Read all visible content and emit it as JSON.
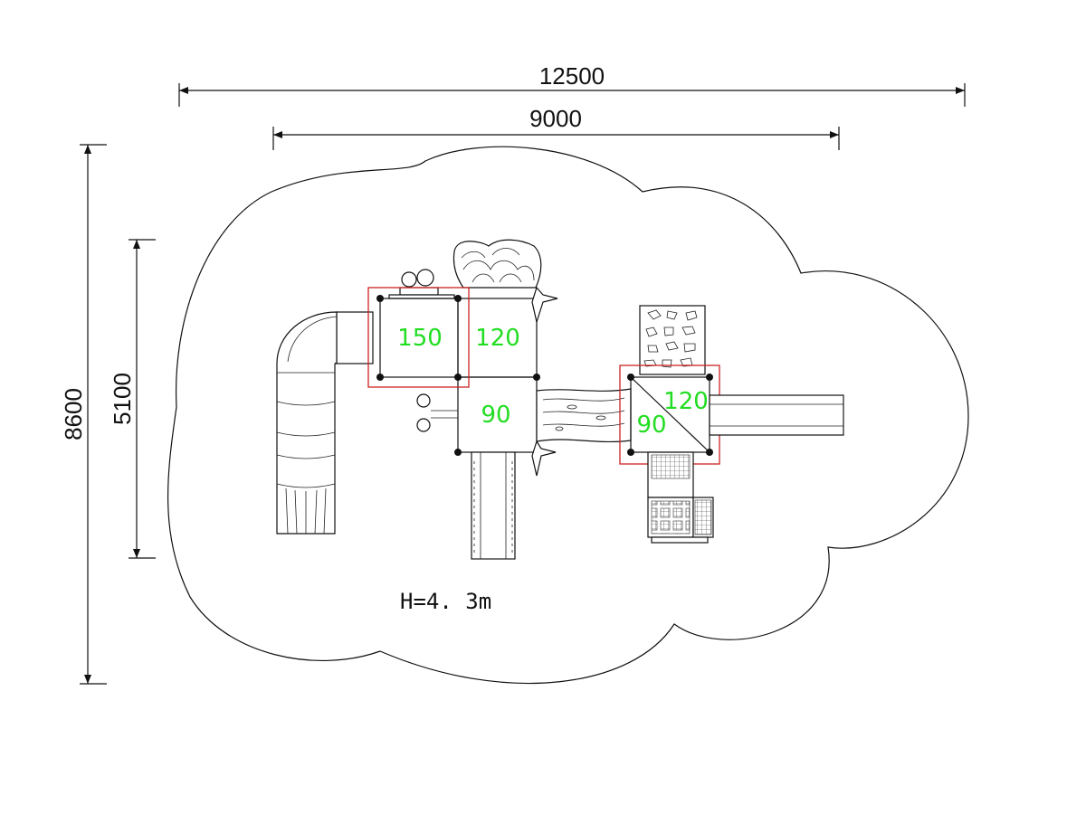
{
  "dimensions": {
    "overall_width": "12500",
    "structure_width": "9000",
    "overall_depth": "8600",
    "structure_depth": "5100"
  },
  "decks": [
    {
      "label": "150"
    },
    {
      "label": "120"
    },
    {
      "label": "90"
    },
    {
      "label": "120"
    },
    {
      "label": "90"
    }
  ],
  "height_note": "H=4. 3m",
  "colors": {
    "line": "#111111",
    "deck_label": "#22dd22",
    "highlight_box": "#cc2222"
  }
}
